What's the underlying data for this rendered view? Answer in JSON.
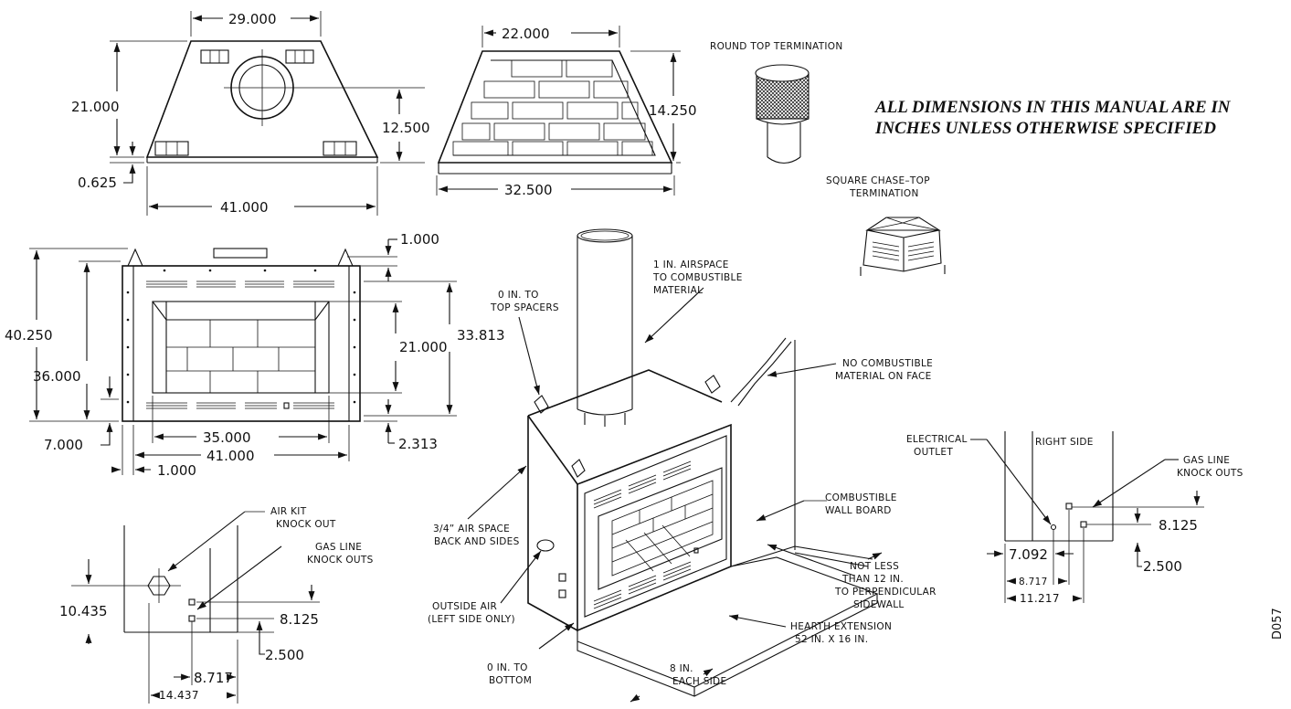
{
  "title": {
    "line1": "ALL DIMENSIONS IN THIS MANUAL ARE IN",
    "line2": "INCHES UNLESS OTHERWISE SPECIFIED"
  },
  "code": "D057",
  "top_view": {
    "top": "29.000",
    "height": "21.000",
    "flue": "12.500",
    "base": "0.625",
    "bottom": "41.000"
  },
  "brick_view": {
    "top": "22.000",
    "height": "14.250",
    "bottom": "32.500"
  },
  "round_top": {
    "label": "ROUND TOP TERMINATION"
  },
  "square_top": {
    "line1": "SQUARE CHASE–TOP",
    "line2": "TERMINATION"
  },
  "front_view": {
    "top_offset": "1.000",
    "overall_height": "40.250",
    "height": "36.000",
    "opening_height": "21.000",
    "height_right": "33.813",
    "base_left": "7.000",
    "base_right": "2.313",
    "opening_width": "35.000",
    "width": "41.000",
    "side_offset": "1.000"
  },
  "left_side": {
    "air_kit": [
      "AIR KIT",
      "KNOCK OUT"
    ],
    "gas_line": [
      "GAS LINE",
      "KNOCK OUTS"
    ],
    "height": "10.435",
    "gas_height": "8.125",
    "gas_low": "2.500",
    "gas_x": "8.717",
    "gas_x2": "14.437"
  },
  "iso": {
    "airspace": [
      "1 IN. AIRSPACE",
      "TO COMBUSTIBLE",
      "MATERIAL"
    ],
    "top_spacers": [
      "0 IN. TO",
      "TOP SPACERS"
    ],
    "no_combustible": [
      "NO COMBUSTIBLE",
      "MATERIAL ON FACE"
    ],
    "air_space_back": [
      "3/4” AIR SPACE",
      "BACK AND SIDES"
    ],
    "wall_board": [
      "COMBUSTIBLE",
      "WALL BOARD"
    ],
    "outside_air": [
      "OUTSIDE AIR",
      "(LEFT SIDE ONLY)"
    ],
    "not_less": [
      "NOT LESS",
      "THAN 12 IN.",
      "TO PERPENDICULAR",
      "SIDEWALL"
    ],
    "hearth": [
      "HEARTH EXTENSION",
      "52 IN. X 16 IN."
    ],
    "bottom": [
      "0 IN. TO",
      "BOTTOM"
    ],
    "each_side": [
      "8 IN.",
      "EACH SIDE"
    ]
  },
  "right_side": {
    "electrical": [
      "ELECTRICAL",
      "OUTLET"
    ],
    "label": "RIGHT SIDE",
    "gas_line": [
      "GAS LINE",
      "KNOCK OUTS"
    ],
    "gas_height": "8.125",
    "offset": "7.092",
    "gas_low": "2.500",
    "gas_x": "8.717",
    "gas_x2": "11.217"
  }
}
